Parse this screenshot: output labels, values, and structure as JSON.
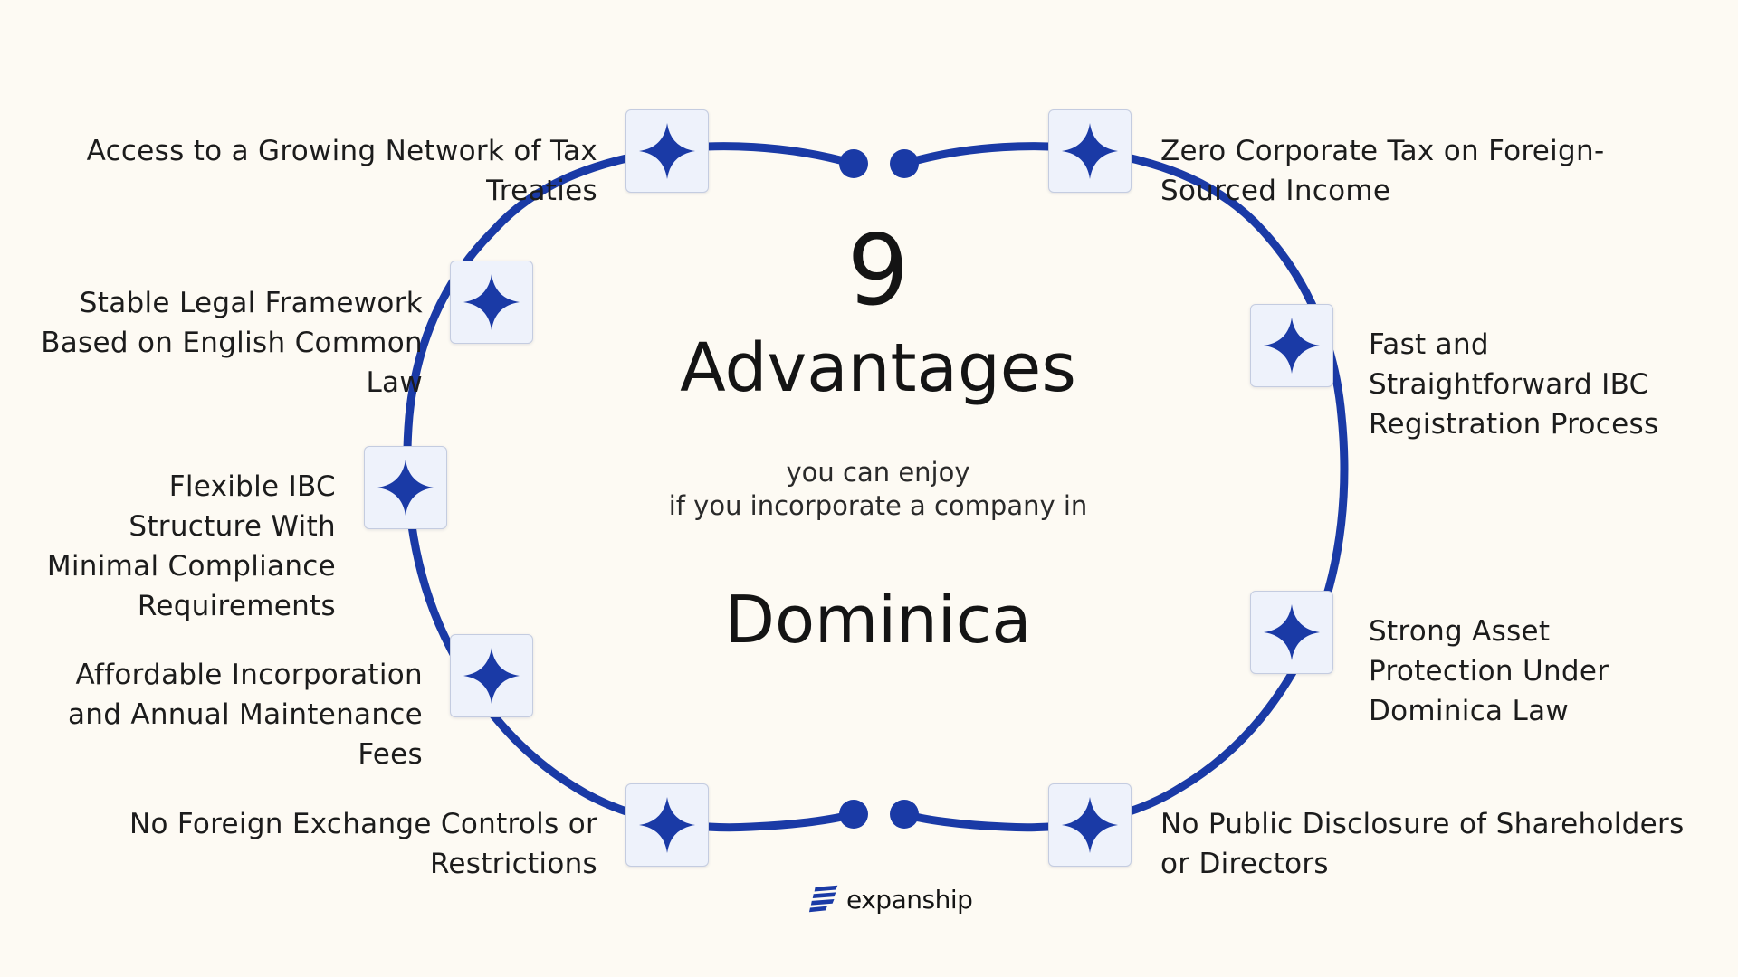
{
  "center": {
    "number": "9",
    "heading": "Advantages",
    "subtitle_line1": "you can enjoy",
    "subtitle_line2": "if you incorporate a company in",
    "country": "Dominica"
  },
  "advantages": [
    {
      "id": "tax-treaties",
      "side": "left",
      "lines": [
        "Access to a Growing Network of Tax",
        "Treaties"
      ]
    },
    {
      "id": "legal-framework",
      "side": "left",
      "lines": [
        "Stable Legal Framework",
        "Based on English Common",
        "Law"
      ]
    },
    {
      "id": "flexible-ibc",
      "side": "left",
      "lines": [
        "Flexible IBC",
        "Structure With",
        "Minimal Compliance",
        "Requirements"
      ]
    },
    {
      "id": "affordable-fees",
      "side": "left",
      "lines": [
        "Affordable Incorporation",
        "and Annual Maintenance",
        "Fees"
      ]
    },
    {
      "id": "no-exchange-controls",
      "side": "left",
      "lines": [
        "No Foreign Exchange Controls or",
        "Restrictions"
      ]
    },
    {
      "id": "zero-tax",
      "side": "right",
      "lines": [
        "Zero Corporate Tax on Foreign-",
        "Sourced Income"
      ]
    },
    {
      "id": "fast-registration",
      "side": "right",
      "lines": [
        "Fast and",
        "Straightforward IBC",
        "Registration Process"
      ]
    },
    {
      "id": "asset-protection",
      "side": "right",
      "lines": [
        "Strong Asset",
        "Protection Under",
        "Dominica Law"
      ]
    },
    {
      "id": "no-public-disclosure",
      "side": "right",
      "lines": [
        "No Public Disclosure of Shareholders",
        "or Directors"
      ]
    }
  ],
  "logo": {
    "text": "expanship"
  },
  "colors": {
    "accent": "#1a3aa6",
    "background": "#fdfaf3",
    "card": "#eef2fb",
    "text": "#1c1c1c"
  },
  "icons": {
    "node": "four-point-star-icon",
    "logo": "expanship-logo-icon"
  }
}
